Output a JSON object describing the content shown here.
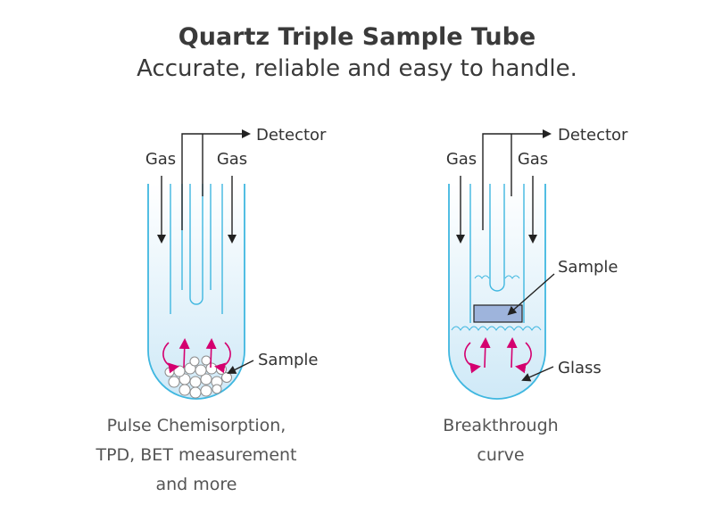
{
  "header": {
    "title": "Quartz Triple Sample Tube",
    "subtitle": "Accurate, reliable and easy to handle."
  },
  "left_tube": {
    "gas_left": "Gas",
    "gas_right": "Gas",
    "detector": "Detector",
    "sample": "Sample",
    "caption_lines": [
      "Pulse Chemisorption,",
      "TPD, BET measurement",
      "and more"
    ]
  },
  "right_tube": {
    "gas_left": "Gas",
    "gas_right": "Gas",
    "detector": "Detector",
    "sample": "Sample",
    "glass": "Glass",
    "caption_lines": [
      "Breakthrough",
      "curve"
    ]
  },
  "colors": {
    "tube_outline": "#3fb7e0",
    "tube_fill_light": "#ffffff",
    "tube_fill_dark": "#cfe9f7",
    "flow_arrow": "#d4006f",
    "sample_block": "#9eb4dc",
    "text": "#333333"
  }
}
